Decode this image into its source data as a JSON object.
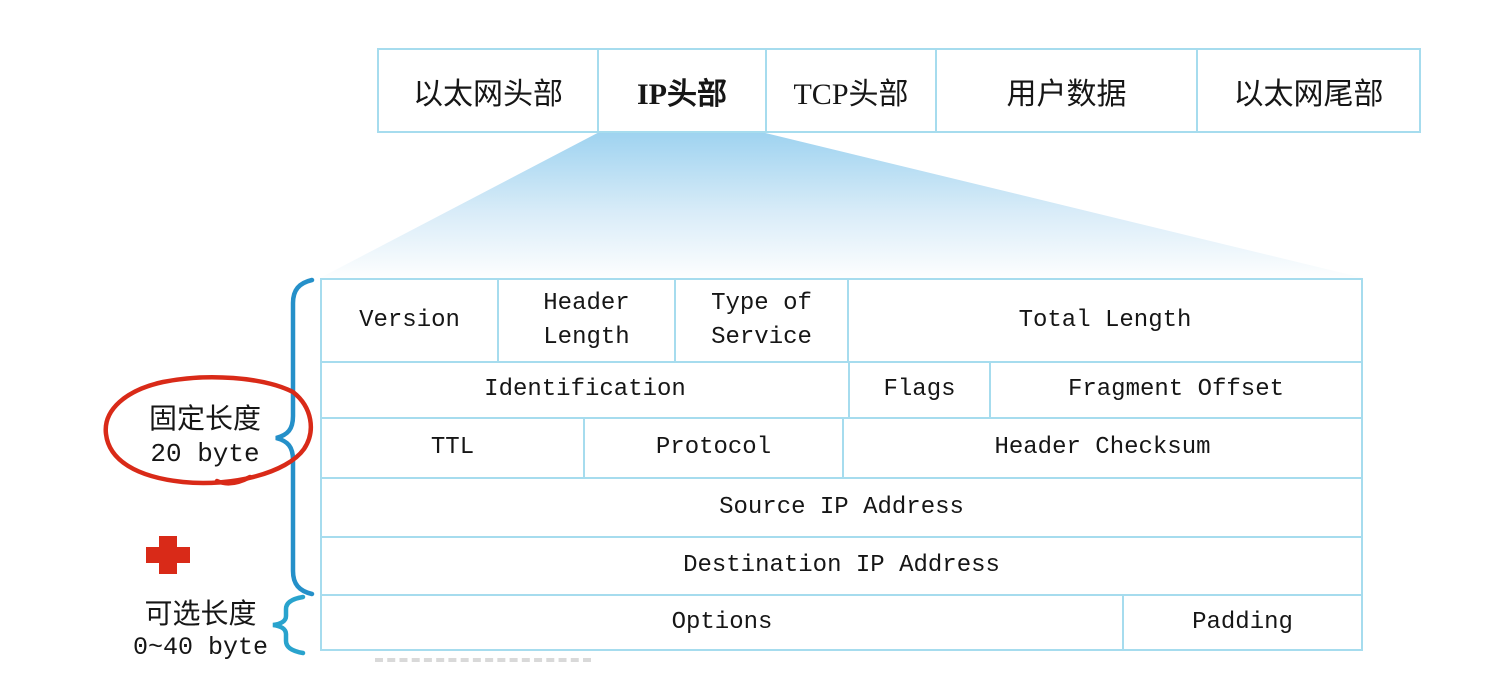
{
  "frame_bar": {
    "cells": [
      "以太网头部",
      "IP头部",
      "TCP头部",
      "用户数据",
      "以太网尾部"
    ]
  },
  "ip_header_table": {
    "rows": [
      [
        "Version",
        "Header Length",
        "Type of Service",
        "Total Length"
      ],
      [
        "Identification",
        "Flags",
        "Fragment Offset"
      ],
      [
        "TTL",
        "Protocol",
        "Header Checksum"
      ],
      [
        "Source IP Address"
      ],
      [
        "Destination IP Address"
      ],
      [
        "Options",
        "Padding"
      ]
    ]
  },
  "annotations": {
    "fixed_length": {
      "title": "固定长度",
      "value": "20 byte"
    },
    "optional_length": {
      "title": "可选长度",
      "value": "0~40 byte"
    },
    "plus_icon": "red-plus"
  },
  "colors": {
    "table_border": "#a6dcee",
    "brace_blue": "#2590c9",
    "brace_blue_light": "#29a3cd",
    "annotation_red": "#d92a18",
    "text": "#161616",
    "gradient_top": "#9fd3f0",
    "gradient_mid": "#d9ecf8",
    "gradient_bottom": "#fdfefe"
  }
}
